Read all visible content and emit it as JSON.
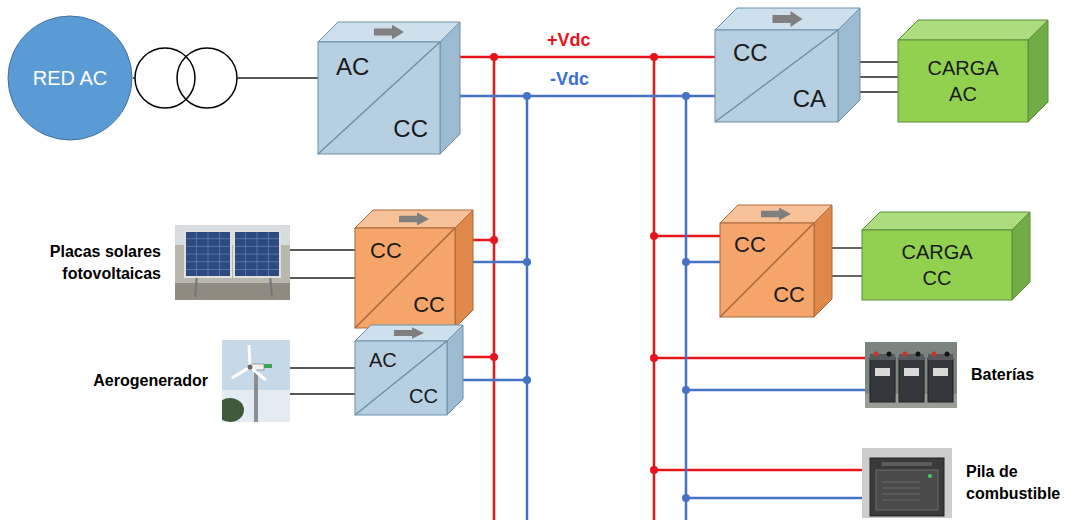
{
  "diagram": {
    "nodes": [
      {
        "text": [
          "RED AC"
        ]
      },
      {
        "text": [
          "AC",
          "CC"
        ]
      },
      {
        "text": [
          "CC",
          "CA"
        ]
      },
      {
        "text": [
          "CARGA AC"
        ]
      },
      {
        "text": [
          "Placas solares fotovoltaicas"
        ]
      },
      {
        "text": [
          "CC",
          "CC"
        ]
      },
      {
        "text": [
          "CC",
          "CC"
        ]
      },
      {
        "text": [
          "CARGA CC"
        ]
      },
      {
        "text": [
          "Aerogenerador"
        ]
      },
      {
        "text": [
          "AC",
          "CC"
        ]
      },
      {
        "text": [
          "Baterías"
        ]
      },
      {
        "text": [
          "Pila de combustible"
        ]
      }
    ],
    "edges": [
      {
        "from": 0,
        "to": 1,
        "arrow": "none"
      },
      {
        "from": 2,
        "to": 3,
        "arrow": "none"
      },
      {
        "from": 4,
        "to": 5,
        "arrow": "none"
      },
      {
        "from": 6,
        "to": 7,
        "arrow": "none"
      },
      {
        "from": 8,
        "to": 9,
        "arrow": "none"
      }
    ],
    "labels": [
      "+Vdc",
      "-Vdc"
    ]
  }
}
